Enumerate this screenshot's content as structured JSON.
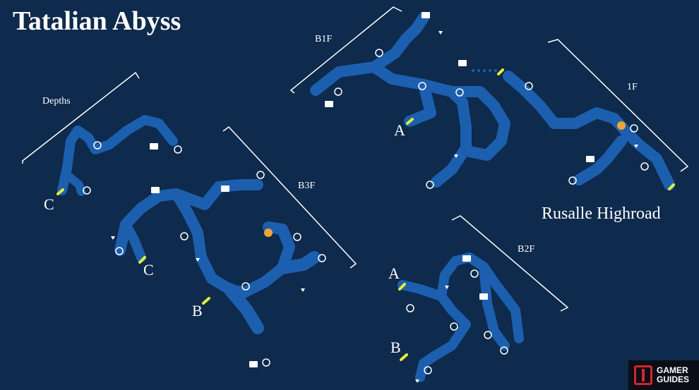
{
  "title": "Tatalian Abyss",
  "floors": {
    "depths": "Depths",
    "b1f": "B1F",
    "f1": "1F",
    "b3f": "B3F",
    "b2f": "B2F"
  },
  "exits": {
    "a_b1f": "A",
    "c_depths": "C",
    "c_b3f": "C",
    "b_b3f": "B",
    "a_b2f": "A",
    "b_b2f": "B"
  },
  "area_name": "Rusalle Highroad",
  "brand": {
    "line1": "GAMER",
    "line2": "GUIDES"
  },
  "colors": {
    "background": "#0e2a4c",
    "cave": "#1c5fae",
    "transition": "#e6ee3c",
    "chest": "#ffffff",
    "point": "#ffffff",
    "monster": "#f0a43a"
  }
}
